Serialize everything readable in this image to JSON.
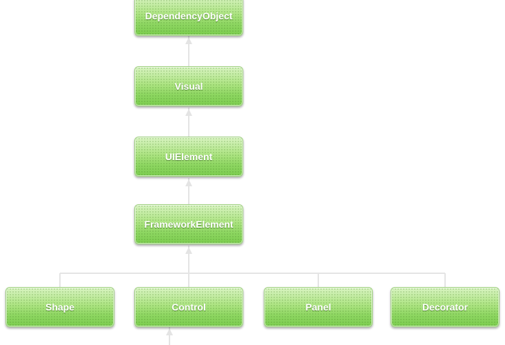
{
  "diagram": {
    "nodes": {
      "dependency_object": "DependencyObject",
      "visual": "Visual",
      "ui_element": "UIElement",
      "framework_element": "FrameworkElement",
      "shape": "Shape",
      "control": "Control",
      "panel": "Panel",
      "decorator": "Decorator"
    },
    "edges": [
      {
        "from": "Visual",
        "to": "DependencyObject"
      },
      {
        "from": "UIElement",
        "to": "Visual"
      },
      {
        "from": "FrameworkElement",
        "to": "UIElement"
      },
      {
        "from": "Shape",
        "to": "FrameworkElement"
      },
      {
        "from": "Control",
        "to": "FrameworkElement"
      },
      {
        "from": "Panel",
        "to": "FrameworkElement"
      },
      {
        "from": "Decorator",
        "to": "FrameworkElement"
      }
    ],
    "colors": {
      "node_fill": "#8fd763",
      "node_highlight": "#d9f4c2",
      "connector": "#e6e6e6",
      "label": "#ffffff"
    }
  }
}
